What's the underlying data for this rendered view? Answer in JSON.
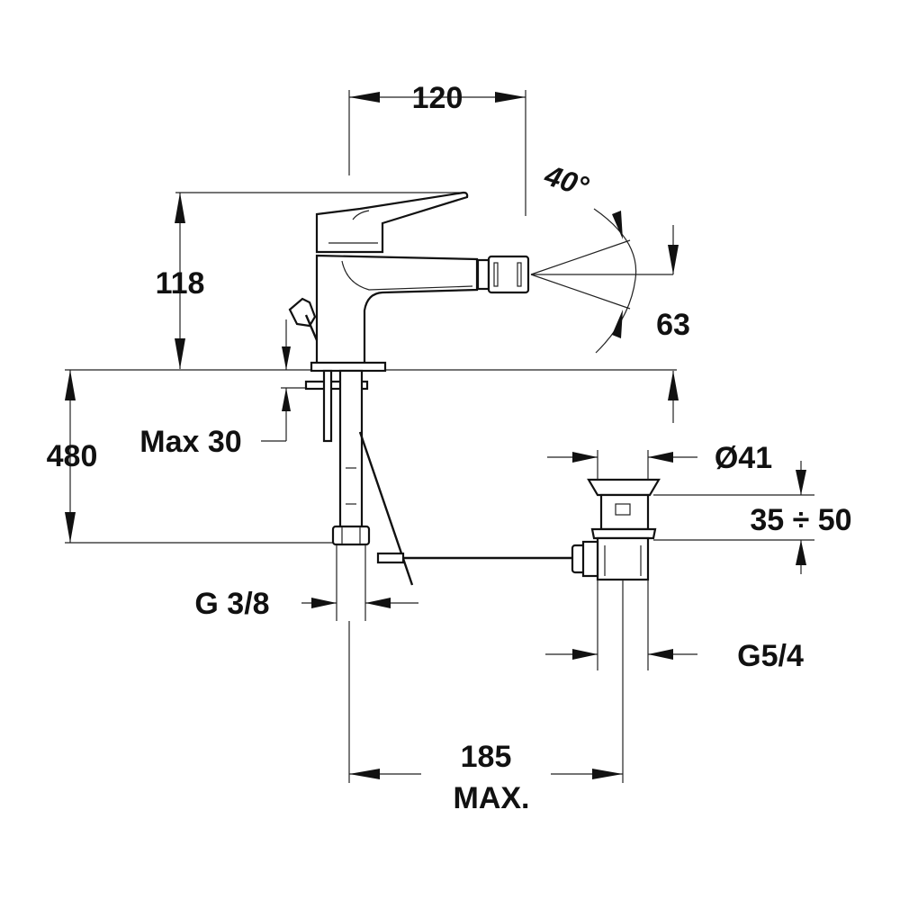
{
  "dimensions": {
    "width_spout": "120",
    "angle": "40°",
    "height_body": "118",
    "spout_height": "63",
    "hole_depth": "Max 30",
    "hose_length": "480",
    "waste_diameter": "Ø41",
    "waste_range": "35 ÷ 50",
    "hose_thread": "G 3/8",
    "waste_thread": "G5/4",
    "max_distance": "185",
    "max_label": "MAX."
  },
  "colors": {
    "line": "#111111",
    "background": "#ffffff"
  }
}
